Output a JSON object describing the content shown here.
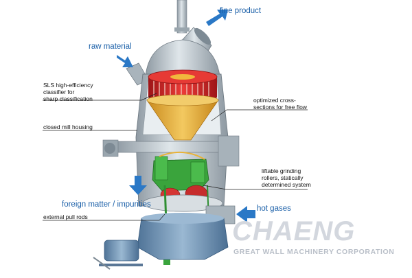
{
  "labels": {
    "fine_product": "fine product",
    "raw_material": "raw material",
    "classifier": "SLS high-efficiency\nclassifier for\nsharp classification",
    "cross_sections": "optimized cross-\nsections for free flow",
    "housing": "closed mill housing",
    "rollers": "liftable grinding\nrollers, statically\ndetermined system",
    "foreign_matter": "foreign matter / impurities",
    "hot_gases": "hot gases",
    "pull_rods": "external pull rods"
  },
  "watermark": {
    "brand": "CHAENG",
    "corporation": "GREAT WALL MACHINERY CORPORATION"
  },
  "colors": {
    "arrow_blue": "#2a78c6",
    "label_blue": "#1a5fa8",
    "housing_grey": "#b8c4cc",
    "cone_yellow": "#e8b238",
    "classifier_red": "#d8262a",
    "roller_green": "#3aa43c",
    "base_blue": "#6f93b4"
  }
}
